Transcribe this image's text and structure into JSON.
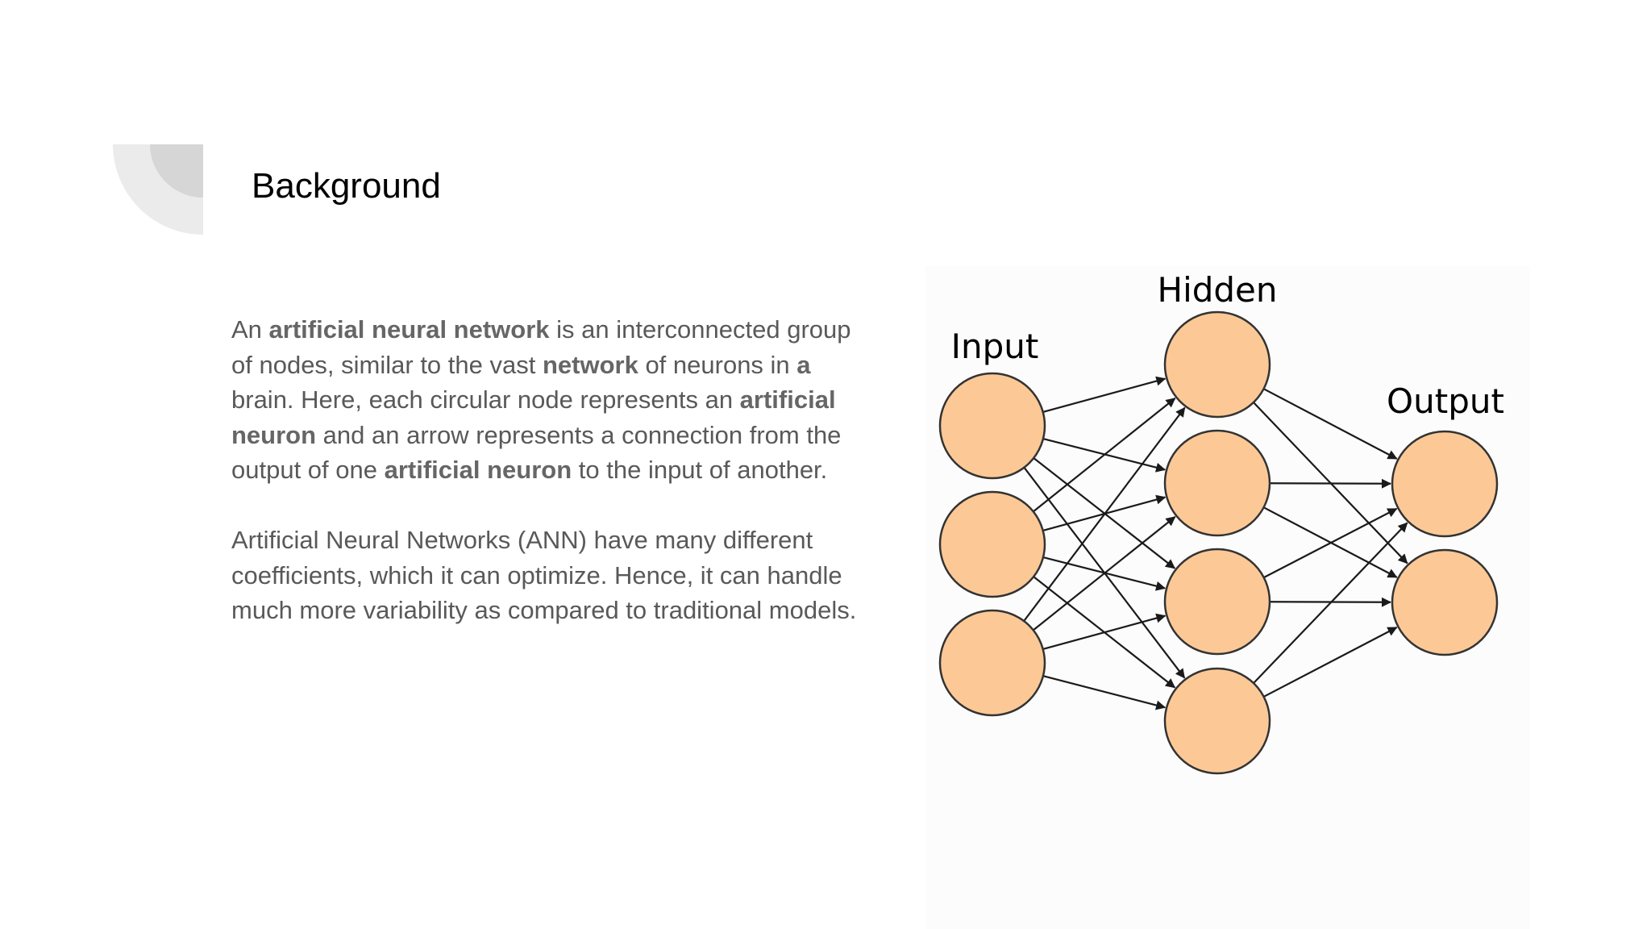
{
  "slide": {
    "title": "Background",
    "paragraph1": {
      "t1": "An ",
      "b1": "artificial neural network",
      "t2": " is an interconnected group of nodes, similar to the vast ",
      "b2": "network",
      "t3": " of neurons in ",
      "b3": "a",
      "t4": " brain. Here, each circular node represents an ",
      "b4": "artificial neuron",
      "t5": " and an arrow represents a connection from the output of one ",
      "b5": "artificial neuron",
      "t6": " to the input of another."
    },
    "paragraph2": "Artificial Neural Networks (ANN) have many different coefficients, which it can optimize. Hence, it can handle much more variability as compared to traditional models."
  },
  "diagram": {
    "layers": [
      {
        "label": "Input",
        "nodes": 3
      },
      {
        "label": "Hidden",
        "nodes": 4
      },
      {
        "label": "Output",
        "nodes": 2
      }
    ],
    "colors": {
      "node_fill": "#fcc996",
      "node_stroke": "#333333",
      "arrow": "#1a1a1a"
    }
  }
}
